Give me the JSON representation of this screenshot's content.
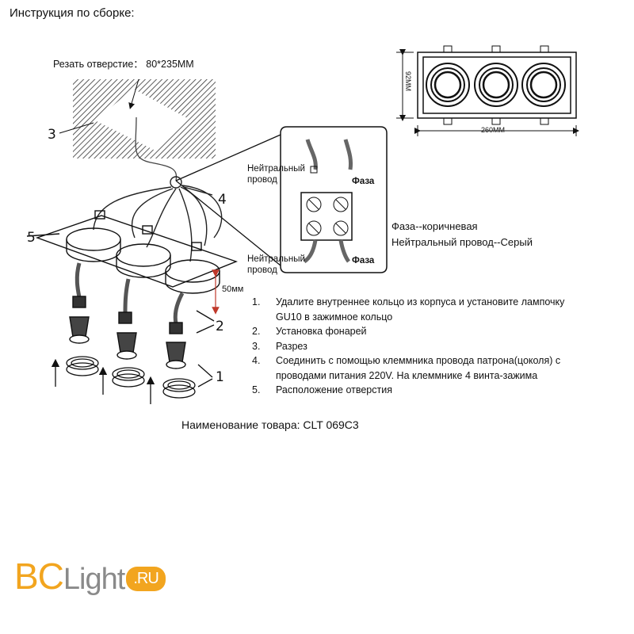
{
  "page_title": "Инструкция по сборке:",
  "cut_label": "Резать отверстие： 80*235MM",
  "callouts": {
    "n1": "1",
    "n2": "2",
    "n3": "3",
    "n4": "4",
    "n5": "5"
  },
  "dimensions": {
    "height_mm": "92MM",
    "width_mm": "260MM",
    "depth_mm": "50мм"
  },
  "inset": {
    "neutral_top": [
      "Нейтральный",
      "провод"
    ],
    "phase_top": "Фаза",
    "neutral_bottom": [
      "Нейтральный",
      "провод"
    ],
    "phase_bottom": "Фаза"
  },
  "wire_legend": [
    "Фаза--коричневая",
    "Нейтральный провод--Серый"
  ],
  "instructions": [
    {
      "n": "1.",
      "text": "Удалите внутреннее кольцо из корпуса и установите лампочку GU10 в зажимное кольцо"
    },
    {
      "n": "2.",
      "text": "Установка фонарей"
    },
    {
      "n": "3.",
      "text": "Разрез"
    },
    {
      "n": "4.",
      "text": "Соединить с помощью клеммника провода патрона(цоколя) с проводами питания 220V. На клеммнике 4 винта-зажима"
    },
    {
      "n": "5.",
      "text": "Расположение отверстия"
    }
  ],
  "product_name": "Наименование товара: CLT 069C3",
  "logo": {
    "bc": "BC",
    "light": "Light",
    "ru": ".RU"
  },
  "colors": {
    "logo_orange": "#f2a51f",
    "logo_gray": "#8a8a8a",
    "arrow_red": "#c0392b"
  }
}
